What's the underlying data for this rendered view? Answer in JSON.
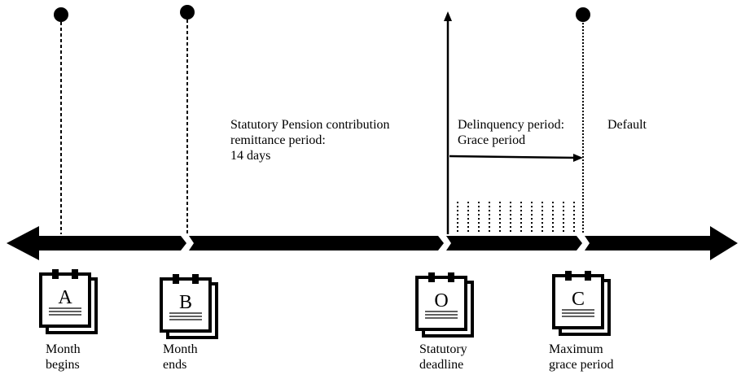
{
  "annotations": {
    "remittance_line1": "Statutory Pension contribution",
    "remittance_line2": "remittance period:",
    "remittance_line3": "14 days",
    "delinquency_line1": "Delinquency period:",
    "delinquency_line2": "Grace period",
    "default_label": "Default"
  },
  "milestones": [
    {
      "letter": "A",
      "line1": "Month",
      "line2": "begins"
    },
    {
      "letter": "B",
      "line1": "Month",
      "line2": "ends"
    },
    {
      "letter": "O",
      "line1": "Statutory",
      "line2": "deadline"
    },
    {
      "letter": "C",
      "line1": "Maximum",
      "line2": "grace period"
    }
  ]
}
